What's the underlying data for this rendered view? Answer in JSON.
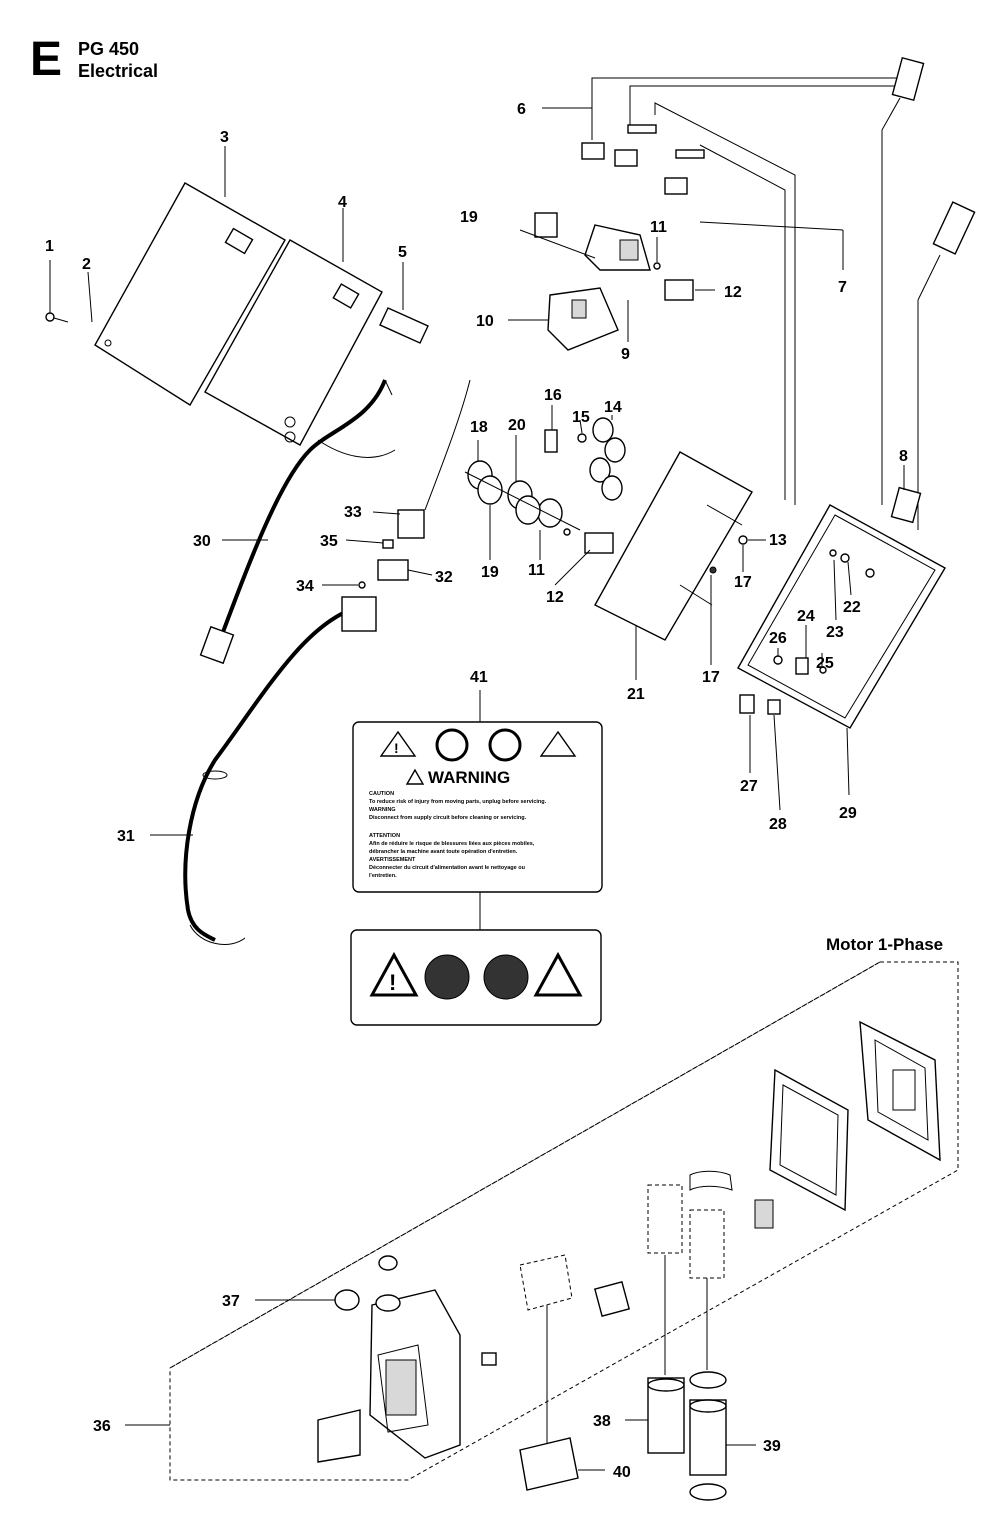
{
  "header": {
    "section_letter": "E",
    "model": "PG 450",
    "title": "Electrical"
  },
  "motor_label": "Motor 1-Phase",
  "warning_label": {
    "title": "WARNING",
    "lines": [
      "CAUTION",
      "To reduce risk of injury from moving parts, unplug before servicing.",
      "WARNING",
      "Disconnect from supply circuit before cleaning or servicing.",
      "ATTENTION",
      "Afin de réduire le risque de blessures liées aux pièces mobiles,",
      "débrancher la machine avant toute opération d'entretien.",
      "AVERTISSEMENT",
      "Déconnecter du circuit d'alimentation avant le nettoyage ou",
      "l'entretien."
    ]
  },
  "callouts": {
    "c1": "1",
    "c2": "2",
    "c3": "3",
    "c4": "4",
    "c5": "5",
    "c6": "6",
    "c7": "7",
    "c8": "8",
    "c9": "9",
    "c10": "10",
    "c11a": "11",
    "c11b": "11",
    "c12a": "12",
    "c12b": "12",
    "c13": "13",
    "c14": "14",
    "c15": "15",
    "c16": "16",
    "c17a": "17",
    "c17b": "17",
    "c18": "18",
    "c19a": "19",
    "c19b": "19",
    "c20": "20",
    "c21": "21",
    "c22": "22",
    "c23": "23",
    "c24": "24",
    "c25": "25",
    "c26": "26",
    "c27": "27",
    "c28": "28",
    "c29": "29",
    "c30": "30",
    "c31": "31",
    "c32": "32",
    "c33": "33",
    "c34": "34",
    "c35": "35",
    "c36": "36",
    "c37": "37",
    "c38": "38",
    "c39": "39",
    "c40": "40",
    "c41": "41"
  }
}
